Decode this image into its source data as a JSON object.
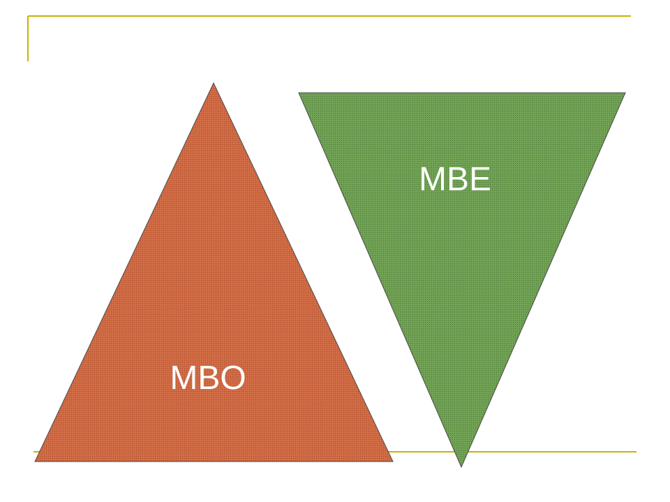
{
  "slide": {
    "accent_color": "#c8b400",
    "shapes": [
      {
        "id": "mbo",
        "label": "MBO",
        "fill": "#c8623c",
        "direction": "up"
      },
      {
        "id": "mbe",
        "label": "MBE",
        "fill": "#6a9a4e",
        "direction": "down"
      }
    ]
  }
}
